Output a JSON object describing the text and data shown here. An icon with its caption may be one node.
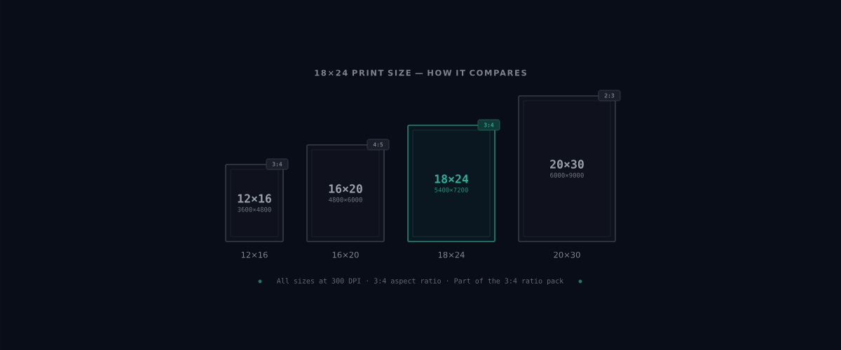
{
  "diagram": {
    "title": "18×24 PRINT SIZE — HOW IT COMPARES",
    "caption": "All sizes at 300 DPI · 3:4 aspect ratio · Part of the 3:4 ratio pack",
    "nodes": [
      {
        "text": [
          "12×16",
          "3600×4800"
        ],
        "beside": [
          "12×16"
        ]
      },
      {
        "text": [
          "3:4"
        ]
      },
      {
        "text": [
          "16×20",
          "4800×6000"
        ],
        "beside": [
          "16×20"
        ]
      },
      {
        "text": [
          "4:5"
        ]
      },
      {
        "text": [
          "18×24",
          "5400×7200"
        ],
        "beside": [
          "18×24"
        ]
      },
      {
        "text": [
          "3:4"
        ]
      },
      {
        "text": [
          "20×30",
          "6000×9000"
        ],
        "beside": [
          "20×30"
        ]
      },
      {
        "text": [
          "2:3"
        ]
      }
    ]
  }
}
